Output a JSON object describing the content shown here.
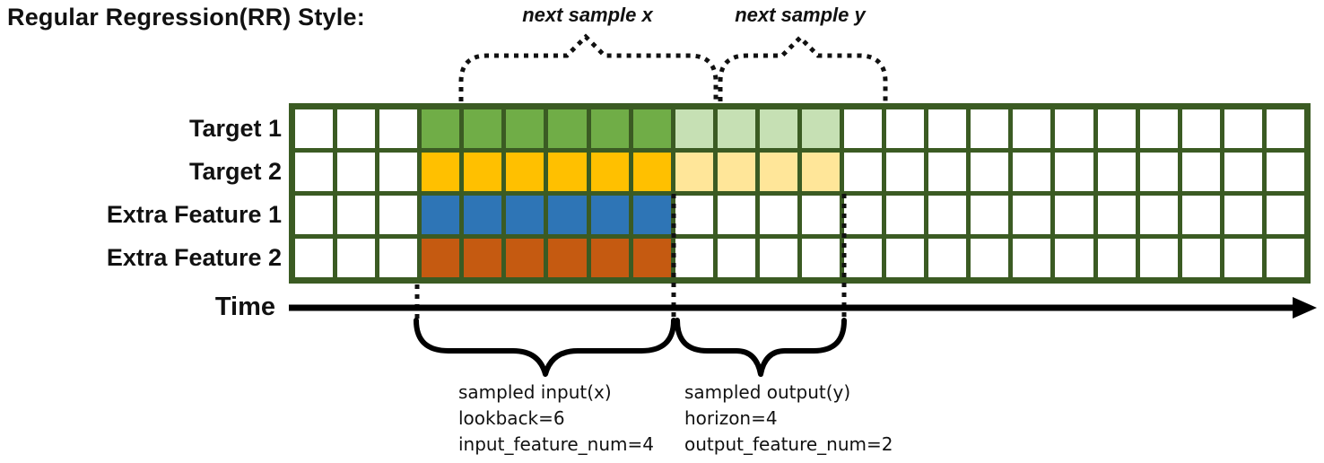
{
  "title": "Regular Regression(RR) Style:",
  "colors": {
    "grid_border": "#3B5B23",
    "input_target1": "#70AD47",
    "output_target1": "#C6E0B4",
    "input_target2": "#FFC000",
    "output_target2": "#FFE699",
    "input_extra_feature1": "#2E75B6",
    "input_extra_feature2": "#C55A11",
    "annotation": "#111111"
  },
  "grid": {
    "columns": 24,
    "row_count": 4,
    "palette": {
      "w": "#FFFFFF",
      "G": "#70AD47",
      "g": "#C6E0B4",
      "Y": "#FFC000",
      "y": "#FFE699",
      "B": "#2E75B6",
      "O": "#C55A11"
    },
    "rows": [
      {
        "label": "Target 1",
        "cells": "wwwGGGGGGggggwwwwwwwwwww"
      },
      {
        "label": "Target 2",
        "cells": "wwwYYYYYYyyyywwwwwwwwwww"
      },
      {
        "label": "Extra Feature 1",
        "cells": "wwwBBBBBBwwwwwwwwwwwwwww"
      },
      {
        "label": "Extra Feature 2",
        "cells": "wwwOOOOOOwwwwwwwwwwwwwww"
      }
    ]
  },
  "annotations": {
    "next_sample_x": "next sample x",
    "next_sample_y": "next sample y",
    "time_label": "Time",
    "input_lines": [
      "sampled input(x)",
      "lookback=6",
      "input_feature_num=4"
    ],
    "output_lines": [
      "sampled output(y)",
      "horizon=4",
      "output_feature_num=2"
    ]
  },
  "sample_structure": {
    "lookback": 6,
    "horizon": 4,
    "input_feature_num": 4,
    "output_feature_num": 2
  }
}
